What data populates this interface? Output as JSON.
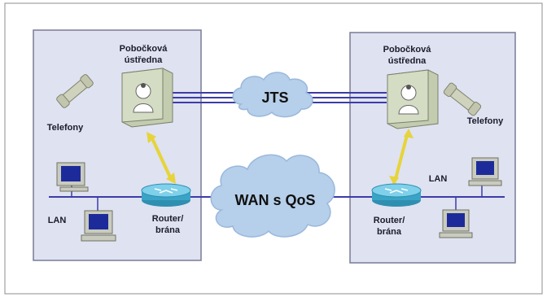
{
  "diagram": {
    "colors": {
      "site_panel": "#dfe2f1",
      "site_border": "#7a7b96",
      "cloud": "#b6cfea",
      "cloud_edge": "#9ab8dc",
      "link_line": "#3c3ca8",
      "signal_arrow": "#e6d43a",
      "router": "#4db6d6",
      "pbx": "#d5dcc4"
    },
    "left_site": {
      "pbx_label": [
        "Pobočková",
        "ústředna"
      ],
      "phones_label": "Telefony",
      "lan_label": "LAN",
      "router_label": [
        "Router/",
        "brána"
      ]
    },
    "right_site": {
      "pbx_label": [
        "Pobočková",
        "ústředna"
      ],
      "phones_label": "Telefony",
      "lan_label": "LAN",
      "router_label": [
        "Router/",
        "brána"
      ]
    },
    "clouds": {
      "pstn": "JTS",
      "wan": "WAN s QoS"
    },
    "icons": [
      "pbx-icon",
      "phone-icon",
      "router-icon",
      "computer-icon",
      "cloud-icon"
    ]
  }
}
